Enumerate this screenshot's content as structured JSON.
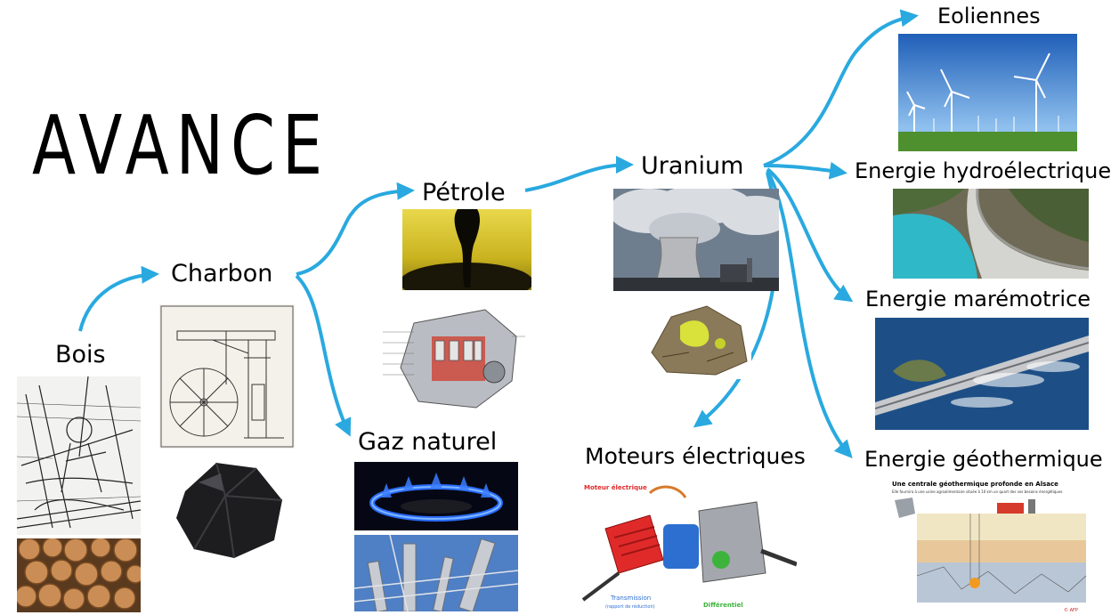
{
  "title": "AVANCE",
  "nodes": {
    "bois": "Bois",
    "charbon": "Charbon",
    "petrole": "Pétrole",
    "gaz": "Gaz naturel",
    "uranium": "Uranium",
    "moteurs": "Moteurs électriques",
    "eoliennes": "Eoliennes",
    "hydro": "Energie hydroélectrique",
    "maremotrice": "Energie marémotrice",
    "geothermique": "Energie géothermique"
  },
  "image_captions": {
    "moteur_label": "Moteur électrique",
    "transmission_label": "Transmission",
    "transmission_sub": "(rapport de réduction)",
    "differentiel_label": "Différentiel",
    "geo_title": "Une centrale géothermique profonde en Alsace",
    "geo_subtitle": "Elle fournira à une usine agroalimentaire située à 10 km un quart des ses besoins énergétiques",
    "geo_source": "© AFP"
  },
  "colors": {
    "arrow": "#29a9df",
    "text": "#000000"
  }
}
